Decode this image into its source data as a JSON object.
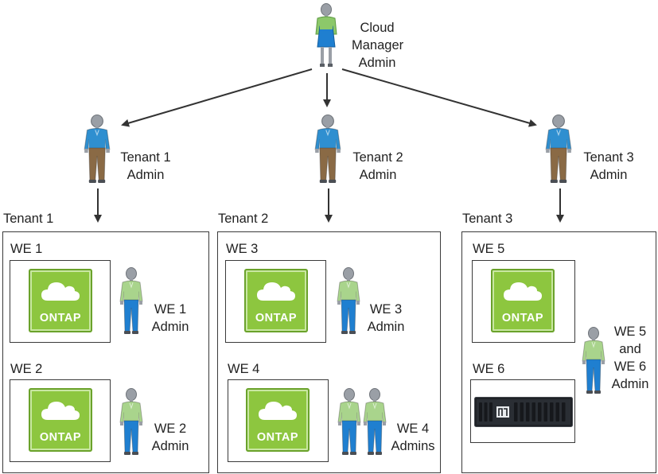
{
  "top_admin": {
    "lines": [
      "Cloud",
      "Manager",
      "Admin"
    ]
  },
  "tenants": [
    {
      "name": "Tenant 1",
      "admin_lines": [
        "Tenant 1",
        "Admin"
      ],
      "workspaces": [
        {
          "name": "WE 1",
          "logo": "ONTAP",
          "admin_lines": [
            "WE 1",
            "Admin"
          ]
        },
        {
          "name": "WE 2",
          "logo": "ONTAP",
          "admin_lines": [
            "WE 2",
            "Admin"
          ]
        }
      ]
    },
    {
      "name": "Tenant 2",
      "admin_lines": [
        "Tenant 2",
        "Admin"
      ],
      "workspaces": [
        {
          "name": "WE 3",
          "logo": "ONTAP",
          "admin_lines": [
            "WE 3",
            "Admin"
          ]
        },
        {
          "name": "WE 4",
          "logo": "ONTAP",
          "admin_lines": [
            "WE 4",
            "Admins"
          ]
        }
      ]
    },
    {
      "name": "Tenant 3",
      "admin_lines": [
        "Tenant 3",
        "Admin"
      ],
      "workspaces": [
        {
          "name": "WE 5",
          "logo": "ONTAP"
        },
        {
          "name": "WE 6",
          "device": "storage-system-icon"
        }
      ],
      "shared_admin_lines": [
        "WE 5",
        "and",
        "WE 6",
        "Admin"
      ]
    }
  ],
  "colors": {
    "tenant_shirt": "#2f8fd0",
    "tenant_pants": "#8a6a45",
    "we_shirt": "#a9d48c",
    "we_pants": "#1f7fd0",
    "cloud_admin_top": "#8cc86a",
    "cloud_admin_skirt": "#1f7fd0",
    "ontap_green": "#8dc63f",
    "arrow": "#333333"
  }
}
